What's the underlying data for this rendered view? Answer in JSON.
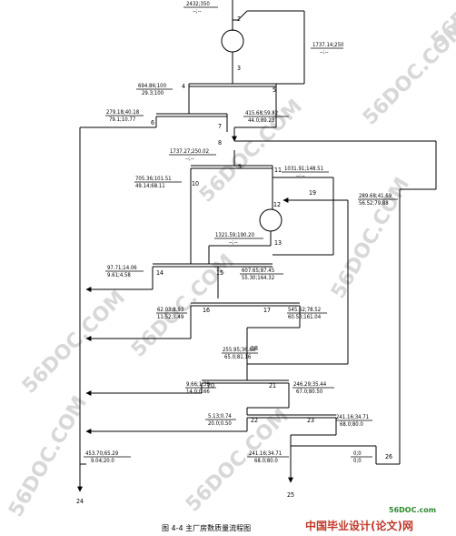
{
  "caption": "图 4-4 主厂房数质量流程图",
  "watermark": "56DOC.COM",
  "logo": {
    "domain": "56DOC.com",
    "name": "中国毕业设计(论文)网"
  },
  "nodes": {
    "n2": "2",
    "n3": "3",
    "n4": "4",
    "n5": "5",
    "n6": "6",
    "n7": "7",
    "n8": "8",
    "n9": "9",
    "n10": "10",
    "n11": "11",
    "n12": "12",
    "n13": "13",
    "n14": "14",
    "n15": "15",
    "n16": "16",
    "n17": "17",
    "n18": "18",
    "n19": "19",
    "n20": "20",
    "n21": "21",
    "n22": "22",
    "n23": "23",
    "n24": "24",
    "n25": "25",
    "n26": "26"
  },
  "flows": {
    "top": {
      "a": "2432;350",
      "b": "--;--"
    },
    "f5": {
      "a": "1737.14;250",
      "b": "--;--"
    },
    "f4": {
      "a": "694.86;100",
      "b": "29.3;100"
    },
    "f5b": {
      "a": "415.68;59.82",
      "b": "44.0;89.23"
    },
    "f6": {
      "a": "279.18;40.18",
      "b": "79.1;10.77"
    },
    "f8": {
      "a": "1737.27;250.02",
      "b": "--;--"
    },
    "f11": {
      "a": "1031.91;148.51",
      "b": "--;--"
    },
    "f10": {
      "a": "705.36;101.51",
      "b": "49.14;68.11"
    },
    "f19": {
      "a": "289.68;41.69",
      "b": "56.52;79.88"
    },
    "f13": {
      "a": "1321.59;190.20",
      "b": "--;--"
    },
    "f14": {
      "a": "97.71;14.06",
      "b": "9.61;4.58"
    },
    "f15": {
      "a": "607.65;87.45",
      "b": "55.30;164.32"
    },
    "f16": {
      "a": "62.03;8.93",
      "b": "11.52;3.49"
    },
    "f17": {
      "a": "545.62;78.52",
      "b": "60.50;161.04"
    },
    "f18": {
      "a": "255.95;36.83",
      "b": "65.0;81.16"
    },
    "f20": {
      "a": "9.66;1.39",
      "b": "14.0;0.66"
    },
    "f21": {
      "a": "246.29;35.44",
      "b": "67.0;80.50"
    },
    "f22": {
      "a": "5.13;0.74",
      "b": "20.0;0.50"
    },
    "f23": {
      "a": "241.16;34.71",
      "b": "68.0;80.0"
    },
    "f24": {
      "a": "453.70;65.29",
      "b": "9.04;20.0"
    },
    "f25": {
      "a": "241.16;34.71",
      "b": "68.0;80.0"
    },
    "f26": {
      "a": "0;0",
      "b": "0;0"
    }
  }
}
